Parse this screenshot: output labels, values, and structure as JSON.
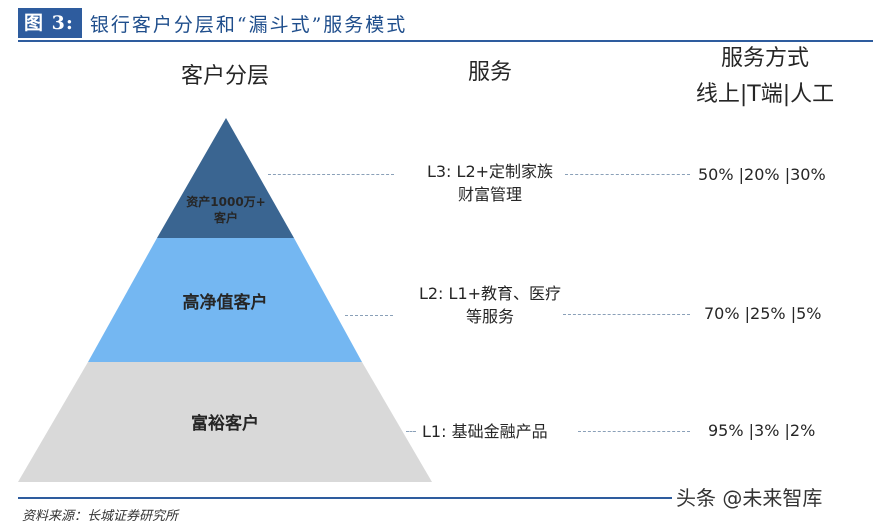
{
  "figure": {
    "label": "图 3:",
    "title": "银行客户分层和“漏斗式”服务模式"
  },
  "headers": {
    "tiers": "客户分层",
    "services": "服务",
    "method_line1": "服务方式",
    "method_line2": "线上|T端|人工"
  },
  "tiers": [
    {
      "level": "L3",
      "label_line1": "资产1000万+",
      "label_line2": "客户",
      "color": "#3a6591",
      "service_line1": "L3: L2+定制家族",
      "service_line2": "财富管理",
      "split": "50% |20% |30%"
    },
    {
      "level": "L2",
      "label_line1": "高净值客户",
      "label_line2": "",
      "color": "#74b7f2",
      "service_line1": "L2: L1+教育、医疗",
      "service_line2": "等服务",
      "split": "70% |25% |5%"
    },
    {
      "level": "L1",
      "label_line1": "富裕客户",
      "label_line2": "",
      "color": "#d9d9d9",
      "service_line1": "L1: 基础金融产品",
      "service_line2": "",
      "split": "95% |3% |2%"
    }
  ],
  "footer": {
    "source": "资料来源：长城证券研究所",
    "watermark": "头条 @未来智库"
  },
  "chart_data": {
    "type": "table",
    "title": "银行客户分层和“漏斗式”服务模式",
    "columns": [
      "客户分层",
      "服务",
      "服务方式 线上|T端|人工"
    ],
    "rows": [
      {
        "tier": "资产1000万+客户",
        "service": "L3: L2+定制家族财富管理",
        "online": 50,
        "terminal": 20,
        "manual": 30
      },
      {
        "tier": "高净值客户",
        "service": "L2: L1+教育、医疗等服务",
        "online": 70,
        "terminal": 25,
        "manual": 5
      },
      {
        "tier": "富裕客户",
        "service": "L1: 基础金融产品",
        "online": 95,
        "terminal": 3,
        "manual": 2
      }
    ],
    "unit": "%"
  }
}
